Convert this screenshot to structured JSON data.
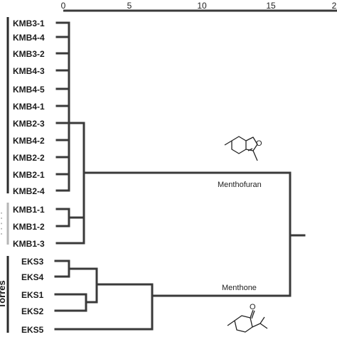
{
  "axis": {
    "ticks": [
      "0",
      "5",
      "10",
      "15",
      "2"
    ]
  },
  "leaves": [
    "KMB3-1",
    "KMB4-4",
    "KMB3-2",
    "KMB4-3",
    "KMB4-5",
    "KMB4-1",
    "KMB2-3",
    "KMB4-2",
    "KMB2-2",
    "KMB2-1",
    "KMB2-4",
    "KMB1-1",
    "KMB1-2",
    "KMB1-3",
    "EKS3",
    "EKS4",
    "EKS1",
    "EKS2",
    "EKS5"
  ],
  "groups": {
    "torres": "Torres"
  },
  "compounds": {
    "upper": "Menthofuran",
    "lower": "Menthone"
  },
  "structure_atoms": {
    "furan_oxygen": "O",
    "ketone_oxygen": "O"
  },
  "colors": {
    "ink": "#3a3a3a",
    "faded": "#b5b5b5"
  }
}
